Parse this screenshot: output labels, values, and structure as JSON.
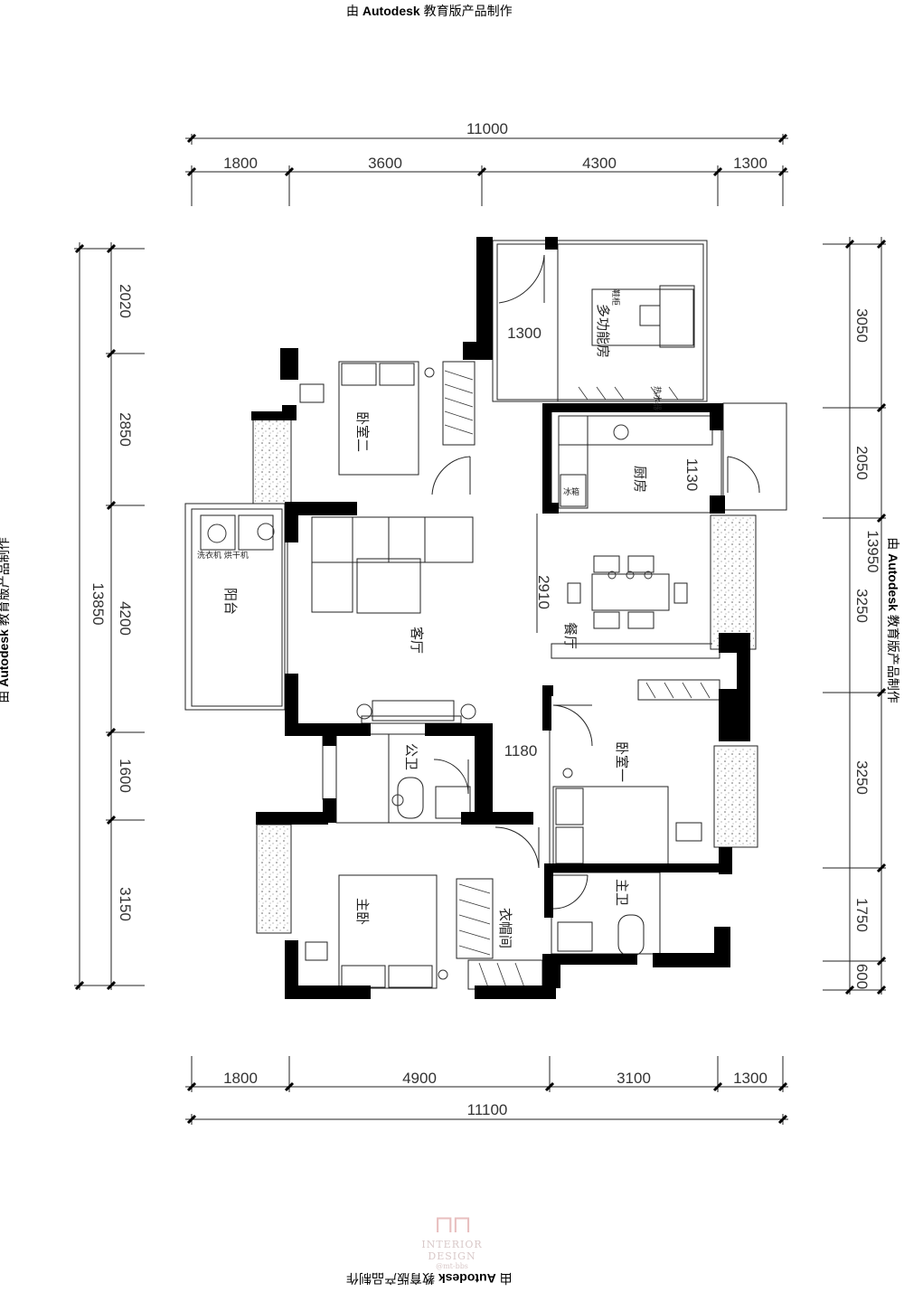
{
  "watermark": {
    "prefix": "由",
    "brand": "Autodesk",
    "suffix": "教育版产品制作"
  },
  "dimensions": {
    "top_total": "11000",
    "top_segments": [
      "1800",
      "3600",
      "4300",
      "1300"
    ],
    "bottom_segments": [
      "1800",
      "4900",
      "3100",
      "1300"
    ],
    "bottom_total": "11100",
    "left_total": "13850",
    "left_segments": [
      "2020",
      "2850",
      "4200",
      "1600",
      "3150"
    ],
    "right_total": "13950",
    "right_segments": [
      "3050",
      "2050",
      "3250",
      "3250",
      "1750",
      "600"
    ],
    "internal": [
      "1300",
      "1130",
      "2910",
      "1180"
    ]
  },
  "rooms": {
    "multi_room": "多功能房",
    "bedroom2": "卧室二",
    "kitchen": "厨房",
    "dining": "餐厅",
    "living": "客厅",
    "balcony": "阳台",
    "public_bath": "公卫",
    "bedroom1": "卧室一",
    "master_bath": "主卫",
    "master_bed": "主卧",
    "walk_in_closet": "衣帽间"
  },
  "labels": {
    "fridge": "冰箱",
    "water_heater": "热水器",
    "laundry": "洗衣机 烘干机",
    "shoe_cabinet": "鞋柜"
  },
  "logo": {
    "line1": "INTERIOR DESIGN",
    "line2": "@mt-bbs"
  }
}
